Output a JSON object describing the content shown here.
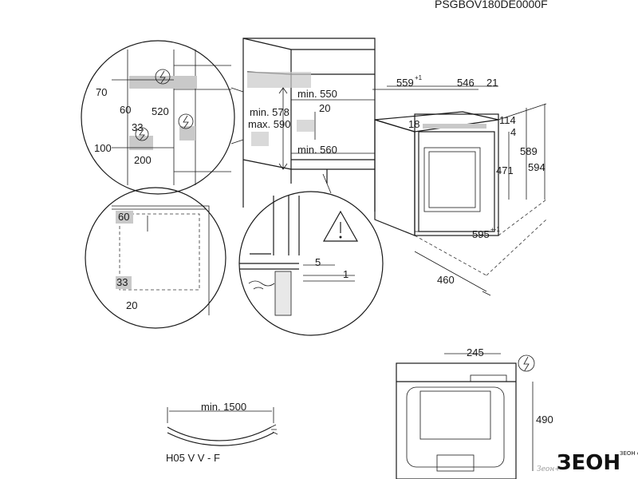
{
  "model_code": "PSGBOV180DE0000F",
  "cabinet": {
    "min_578": "min. 578",
    "max_590": "max. 590",
    "min_550": "min. 550",
    "gap_20": "20",
    "min_560": "min. 560"
  },
  "detail_top_left": {
    "d70": "70",
    "d60": "60",
    "d520": "520",
    "d33": "33",
    "d100": "100",
    "d200": "200"
  },
  "detail_mid_left": {
    "d60": "60",
    "d33": "33",
    "d20": "20"
  },
  "detail_circle": {
    "d5": "5",
    "d1": "1"
  },
  "oven": {
    "w559": "559",
    "w559_tol": "+1",
    "d546": "546",
    "d21": "21",
    "h18": "18",
    "h114": "114",
    "h4": "4",
    "h471": "471",
    "h589": "589",
    "h594": "594",
    "w595": "595",
    "w595_tol": "+-1",
    "d460": "460"
  },
  "cable": {
    "length": "min. 1500",
    "type": "H05 V V - F"
  },
  "rear": {
    "w245": "245",
    "h490": "490"
  },
  "brand": {
    "logo": "ЗЕОН",
    "tagline": "ЗЕОН\nонлайн",
    "watermark": "Зеон+"
  },
  "icons": [
    "electric-plug-icon",
    "warning-triangle-icon"
  ]
}
